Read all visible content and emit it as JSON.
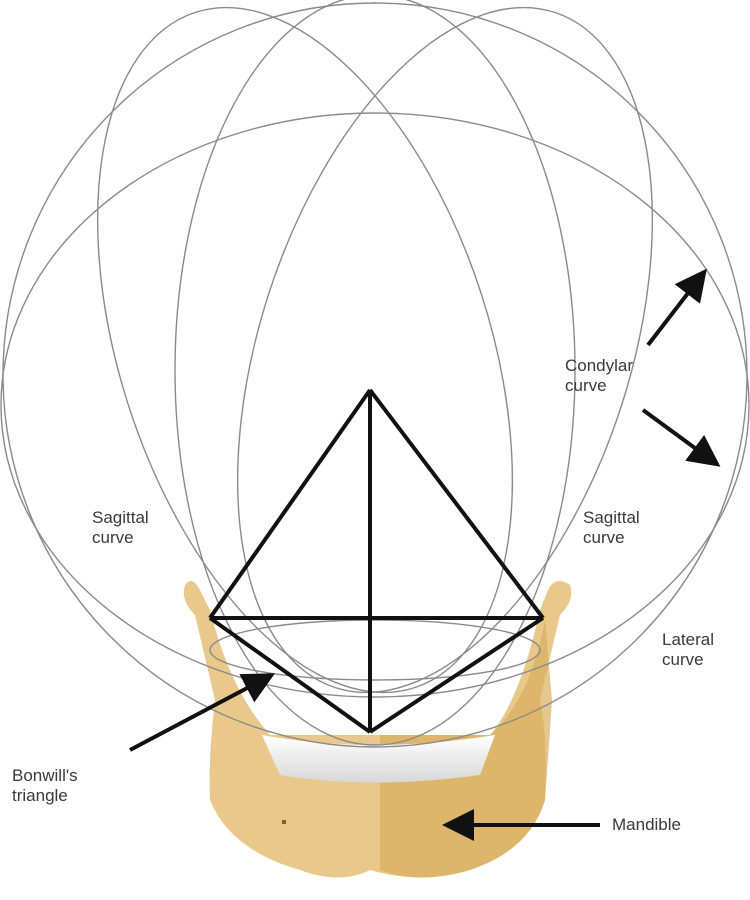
{
  "labels": {
    "condylar": [
      "Condylar",
      "curve"
    ],
    "sagittal_left": [
      "Sagittal",
      "curve"
    ],
    "sagittal_right": [
      "Sagittal",
      "curve"
    ],
    "lateral": [
      "Lateral",
      "curve"
    ],
    "bonwill": [
      "Bonwill's",
      "triangle"
    ],
    "mandible": "Mandible"
  },
  "colors": {
    "curve": "#8a8a8a",
    "triangle": "#111111",
    "bone": "#e9c98b",
    "bone_shade": "#d9ae5e",
    "teeth": "#eeeeee"
  }
}
